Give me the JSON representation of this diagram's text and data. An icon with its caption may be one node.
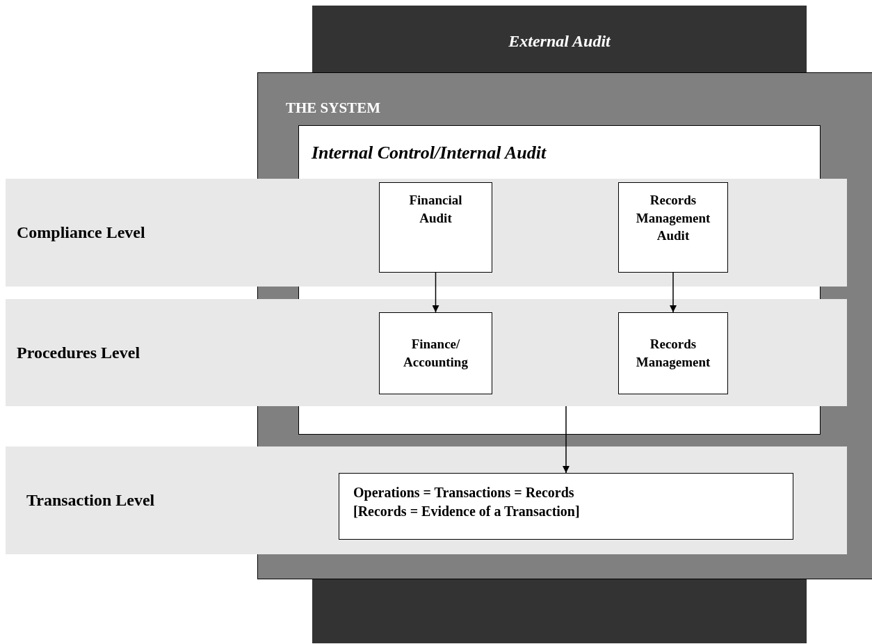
{
  "diagram": {
    "nodes": [
      {
        "text": [
          "External Audit"
        ]
      },
      {
        "text": [
          "THE SYSTEM"
        ]
      },
      {
        "text": [
          "Internal Control/Internal Audit"
        ]
      },
      {
        "text": [
          "Compliance Level"
        ]
      },
      {
        "text": [
          "Financial Audit"
        ],
        "in": 3
      },
      {
        "text": [
          "Records Management Audit"
        ],
        "in": 3
      },
      {
        "text": [
          "Procedures Level"
        ]
      },
      {
        "text": [
          "Finance/ Accounting"
        ],
        "in": 6
      },
      {
        "text": [
          "Records Management"
        ],
        "in": 6
      },
      {
        "text": [
          "Transaction Level"
        ]
      },
      {
        "text": [
          "Operations = Transactions = Records",
          "[Records = Evidence of a Transaction]"
        ],
        "in": 9
      }
    ],
    "edges": [
      {
        "from": 4,
        "to": 7,
        "arrow": "to"
      },
      {
        "from": 5,
        "to": 8,
        "arrow": "to"
      },
      {
        "from": 6,
        "to": 10,
        "arrow": "to"
      }
    ]
  }
}
